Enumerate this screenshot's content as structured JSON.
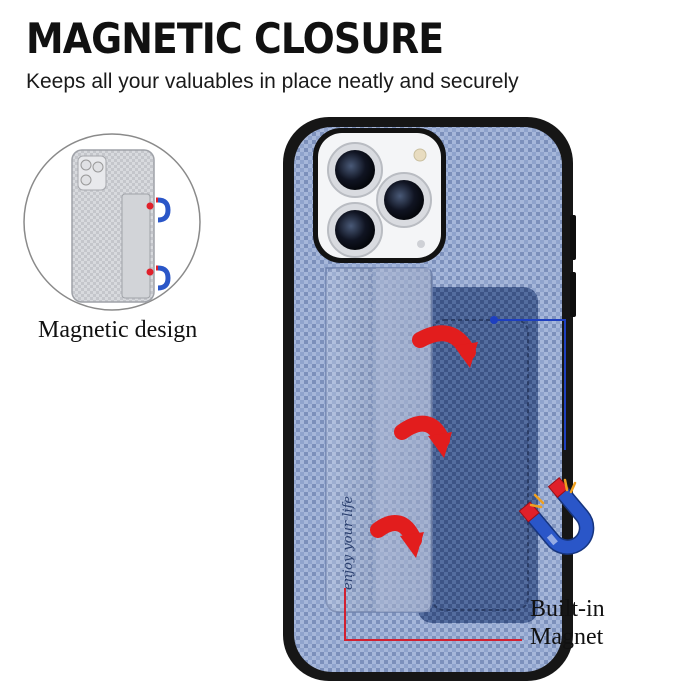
{
  "header": {
    "title": "MAGNETIC CLOSURE",
    "subtitle": "Keeps all your valuables in place neatly and securely"
  },
  "inset": {
    "label": "Magnetic design"
  },
  "callout": {
    "label_line1": "Built-in",
    "label_line2": "Magnet"
  },
  "product": {
    "card_slogan": "enjoy your life"
  },
  "colors": {
    "case_blue": "#8fa3cc",
    "case_dark": "#1a1a1a",
    "arrow_red": "#e21d1d",
    "callout_line": "#1e3fc0",
    "magnet_red": "#e0202a",
    "magnet_blue": "#2a56c8"
  }
}
